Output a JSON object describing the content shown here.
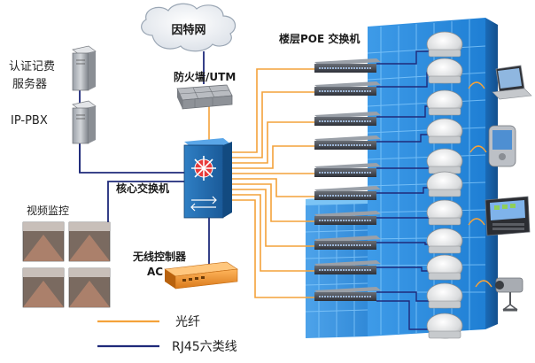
{
  "labels": {
    "internet": "因特网",
    "firewall": "防火墙/UTM",
    "floor_poe_switch": "楼层POE  交换机",
    "auth_server_line1": "认证记费",
    "auth_server_line2": "服务器",
    "ip_pbx": "IP-PBX",
    "core_switch": "核心交换机",
    "video_monitor": "视频监控",
    "wireless_controller": "无线控制器",
    "ac": "AC"
  },
  "legend": {
    "fiber": "光纤",
    "rj45": "RJ45六类线"
  },
  "colors": {
    "fiber": "#f4a23a",
    "rj45": "#1f2a7a",
    "building": "#2a86d8",
    "building_light": "#5fb4f0"
  },
  "icons": [
    "cloud-icon",
    "firewall-icon",
    "server-icon",
    "core-switch-icon",
    "access-point-icon",
    "laptop-icon",
    "pda-icon",
    "smartphone-icon",
    "camera-icon",
    "wireless-controller-icon",
    "building-icon"
  ]
}
